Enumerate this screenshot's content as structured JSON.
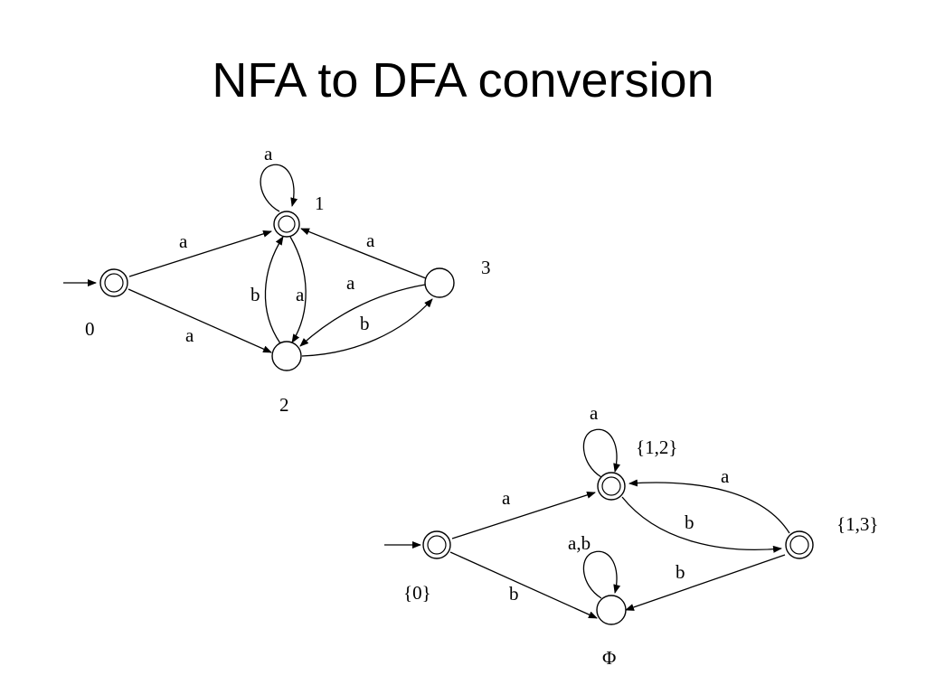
{
  "slide": {
    "title": "NFA to DFA conversion"
  },
  "nfa": {
    "states": [
      {
        "id": "0",
        "label": "0",
        "accepting": true,
        "start": true
      },
      {
        "id": "1",
        "label": "1",
        "accepting": true,
        "start": false
      },
      {
        "id": "2",
        "label": "2",
        "accepting": false,
        "start": false
      },
      {
        "id": "3",
        "label": "3",
        "accepting": false,
        "start": false
      }
    ],
    "transitions": [
      {
        "from": "1",
        "to": "1",
        "label": "a"
      },
      {
        "from": "0",
        "to": "1",
        "label": "a"
      },
      {
        "from": "0",
        "to": "2",
        "label": "a"
      },
      {
        "from": "2",
        "to": "1",
        "label": "b"
      },
      {
        "from": "1",
        "to": "2",
        "label": "a"
      },
      {
        "from": "3",
        "to": "1",
        "label": "a"
      },
      {
        "from": "3",
        "to": "2",
        "label": "a"
      },
      {
        "from": "2",
        "to": "3",
        "label": "b"
      }
    ]
  },
  "dfa": {
    "states": [
      {
        "id": "s0",
        "label": "{0}",
        "accepting": true,
        "start": true
      },
      {
        "id": "s12",
        "label": "{1,2}",
        "accepting": true,
        "start": false
      },
      {
        "id": "s13",
        "label": "{1,3}",
        "accepting": true,
        "start": false
      },
      {
        "id": "phi",
        "label": "Φ",
        "accepting": false,
        "start": false
      }
    ],
    "transitions": [
      {
        "from": "s12",
        "to": "s12",
        "label": "a"
      },
      {
        "from": "s0",
        "to": "s12",
        "label": "a"
      },
      {
        "from": "s12",
        "to": "s13",
        "label": "b"
      },
      {
        "from": "s13",
        "to": "s12",
        "label": "a"
      },
      {
        "from": "phi",
        "to": "phi",
        "label": "a,b"
      },
      {
        "from": "s0",
        "to": "phi",
        "label": "b"
      },
      {
        "from": "s13",
        "to": "phi",
        "label": "b"
      }
    ]
  }
}
